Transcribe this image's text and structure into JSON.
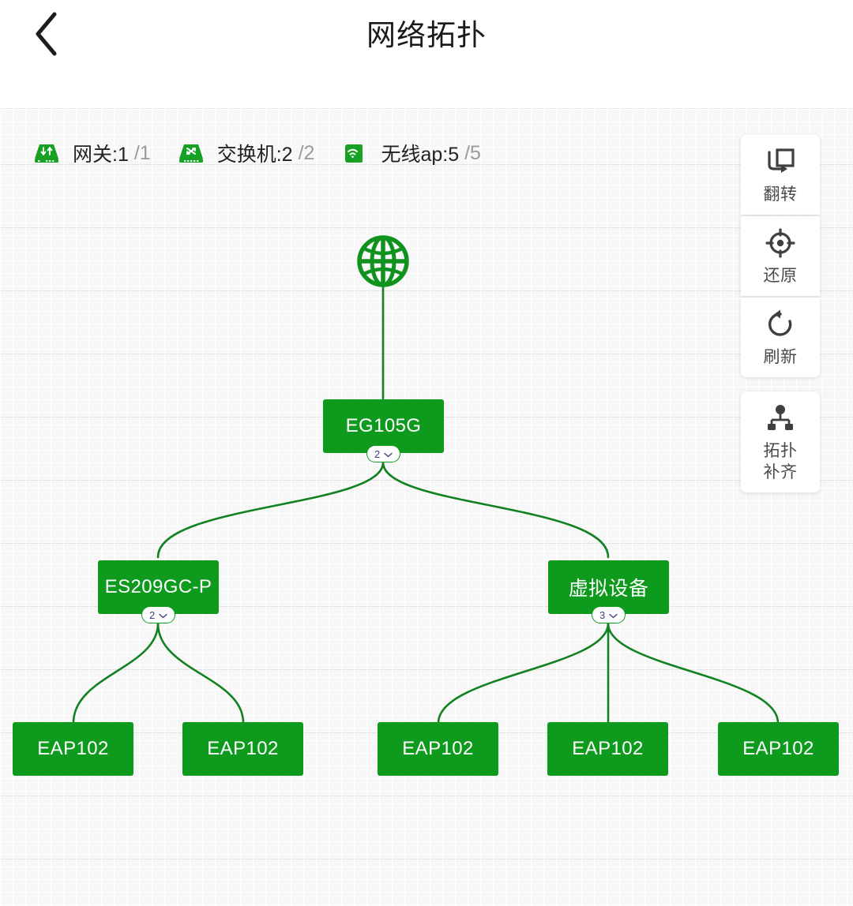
{
  "header": {
    "title": "网络拓扑",
    "back_icon": "chevron-left-icon"
  },
  "stats": [
    {
      "icon": "gateway-icon",
      "label": "网关:1",
      "total": "/1"
    },
    {
      "icon": "switch-icon",
      "label": "交换机:2",
      "total": "/2"
    },
    {
      "icon": "wireless-ap-icon",
      "label": "无线ap:5",
      "total": "/5"
    }
  ],
  "toolbar": [
    {
      "icon": "flip-icon",
      "label": "翻转"
    },
    {
      "icon": "restore-icon",
      "label": "还原"
    },
    {
      "icon": "refresh-icon",
      "label": "刷新"
    },
    {
      "icon": "topology-icon",
      "label": "拓扑\n补齐",
      "line1": "拓扑",
      "line2": "补齐"
    }
  ],
  "topology": {
    "internet": {
      "icon": "globe-icon"
    },
    "nodes": [
      {
        "id": "eg105g",
        "label": "EG105G",
        "badge": "2"
      },
      {
        "id": "es209gcp",
        "label": "ES209GC-P",
        "badge": "2"
      },
      {
        "id": "virtual",
        "label": "虚拟设备",
        "badge": "3"
      },
      {
        "id": "ap1",
        "label": "EAP102"
      },
      {
        "id": "ap2",
        "label": "EAP102"
      },
      {
        "id": "ap3",
        "label": "EAP102"
      },
      {
        "id": "ap4",
        "label": "EAP102"
      },
      {
        "id": "ap5",
        "label": "EAP102"
      }
    ],
    "badge_chevron_icon": "chevron-down-icon"
  },
  "colors": {
    "node_green": "#0d9a1d",
    "edge_green": "#11821f",
    "canvas_bg": "#f7f7f7",
    "muted_text": "#9b9b9b"
  }
}
